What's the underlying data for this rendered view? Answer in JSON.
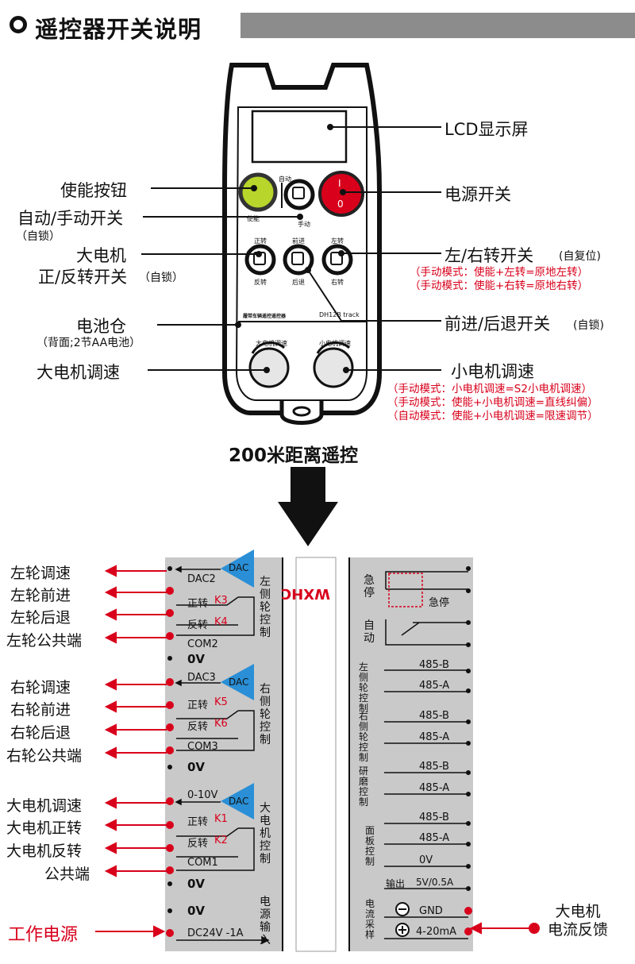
{
  "header": {
    "title": "遥控器开关说明"
  },
  "remote": {
    "btn_labels": {
      "auto": "自动",
      "manual": "手动",
      "enable": "使能",
      "power_i": "I",
      "power_o": "0"
    },
    "sw_labels": {
      "fwd": "正转",
      "rev": "反转",
      "forward": "前进",
      "back": "后退",
      "left": "左转",
      "right": "右转"
    },
    "model_text": "履带车辆遥控遥控器",
    "model_code": "DH12B track",
    "knob_labels": {
      "big": "大电机调速",
      "small": "小电机调速"
    }
  },
  "callouts": {
    "lcd": "LCD显示屏",
    "power": "电源开关",
    "enable": "使能按钮",
    "auto_manual": "自动/手动开关",
    "auto_manual_note": "（自锁）",
    "big_motor_1": "大电机",
    "big_motor_2": "正/反转开关",
    "big_motor_note": "（自锁）",
    "turn": "左/右转开关",
    "turn_note": "(自复位)",
    "turn_red1": "（手动模式：使能+左转=原地左转）",
    "turn_red2": "（手动模式：使能+右转=原地右转）",
    "battery": "电池仓",
    "battery_note": "（背面;2节AA电池）",
    "fwd_back": "前进/后退开关",
    "fwd_back_note": "(自锁)",
    "big_speed": "大电机调速",
    "small_speed": "小电机调速",
    "small_red1": "（手动模式：小电机调速=S2小电机调速）",
    "small_red2": "（手动模式：使能+小电机调速=直线纠偏）",
    "small_red3": "（自动模式：使能+小电机调速=限速调节）"
  },
  "range_text": "200米距离遥控",
  "left_outputs": {
    "g1": [
      "左轮调速",
      "左轮前进",
      "左轮后退",
      "左轮公共端"
    ],
    "g2": [
      "右轮调速",
      "右轮前进",
      "右轮后退",
      "右轮公共端"
    ],
    "g3": [
      "大电机调速",
      "大电机正转",
      "大电机反转",
      "公共端"
    ],
    "power": "工作电源"
  },
  "panel": {
    "left": {
      "g1": {
        "dac": "DAC2",
        "fwd": "正转",
        "k_fwd": "K3",
        "rev": "反转",
        "k_rev": "K4",
        "com": "COM2",
        "vert": "左侧轮控制"
      },
      "g2": {
        "dac": "DAC3",
        "fwd": "正转",
        "k_fwd": "K5",
        "rev": "反转",
        "k_rev": "K6",
        "com": "COM3",
        "vert": "右侧轮控制"
      },
      "g3": {
        "dac": "0-10V",
        "fwd": "正转",
        "k_fwd": "K1",
        "rev": "反转",
        "k_rev": "K2",
        "com": "COM1",
        "vert": "大电机控制"
      },
      "zero": "0V",
      "dac_tri": "DAC",
      "power_in": "DC24V -1A",
      "power_vert": "电源输入"
    },
    "logo": "WXHC",
    "right": {
      "estop_v": "急停",
      "estop_h": "急停",
      "auto": "自动",
      "g1": {
        "b": "485-B",
        "a": "485-A",
        "vert": "左侧轮控制"
      },
      "g2": {
        "b": "485-B",
        "a": "485-A",
        "vert": "右侧轮控制"
      },
      "g3": {
        "b": "485-B",
        "a": "485-A",
        "vert": "研磨控制"
      },
      "g4": {
        "b": "485-B",
        "a": "485-A",
        "zero": "0V",
        "vert": "面板控制"
      },
      "out_label": "输出",
      "out_val": "5V/0.5A",
      "gnd": "GND",
      "current": "4-20mA",
      "sample_vert": "电流采样"
    },
    "feedback": "大电机\n电流反馈"
  },
  "colors": {
    "red": "#d8001b",
    "blue": "#2a8fd6",
    "panel_gray": "#c9c9c9",
    "dark": "#111111"
  }
}
